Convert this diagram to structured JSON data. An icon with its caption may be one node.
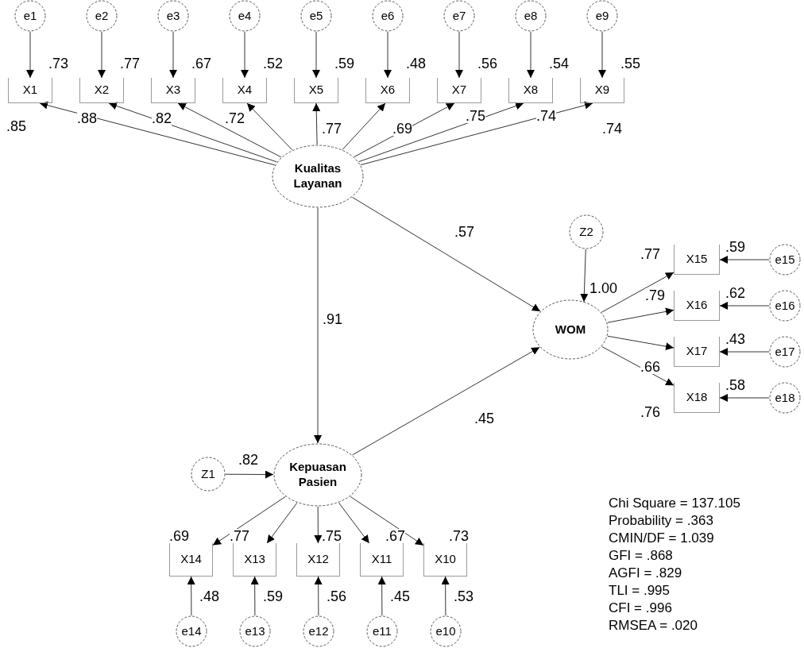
{
  "diagram": {
    "nodes": [
      {
        "text": [
          "e1"
        ]
      },
      {
        "text": [
          "e2"
        ]
      },
      {
        "text": [
          "e3"
        ]
      },
      {
        "text": [
          "e4"
        ]
      },
      {
        "text": [
          "e5"
        ]
      },
      {
        "text": [
          "e6"
        ]
      },
      {
        "text": [
          "e7"
        ]
      },
      {
        "text": [
          "e8"
        ]
      },
      {
        "text": [
          "e9"
        ]
      },
      {
        "text": [
          "X1"
        ],
        "beside": [
          ".73"
        ]
      },
      {
        "text": [
          "X2"
        ],
        "beside": [
          ".77"
        ]
      },
      {
        "text": [
          "X3"
        ],
        "beside": [
          ".67"
        ]
      },
      {
        "text": [
          "X4"
        ],
        "beside": [
          ".52"
        ]
      },
      {
        "text": [
          "X5"
        ],
        "beside": [
          ".59"
        ]
      },
      {
        "text": [
          "X6"
        ],
        "beside": [
          ".48"
        ]
      },
      {
        "text": [
          "X7"
        ],
        "beside": [
          ".56"
        ]
      },
      {
        "text": [
          "X8"
        ],
        "beside": [
          ".54"
        ]
      },
      {
        "text": [
          "X9"
        ],
        "beside": [
          ".55"
        ]
      },
      {
        "text": [
          "Kualitas Layanan"
        ]
      },
      {
        "text": [
          "Z2"
        ]
      },
      {
        "text": [
          "WOM"
        ],
        "beside": [
          "1.00"
        ]
      },
      {
        "text": [
          "X15"
        ],
        "beside": [
          ".59"
        ]
      },
      {
        "text": [
          "X16"
        ],
        "beside": [
          ".62"
        ]
      },
      {
        "text": [
          "X17"
        ],
        "beside": [
          ".43"
        ]
      },
      {
        "text": [
          "X18"
        ],
        "beside": [
          ".58"
        ]
      },
      {
        "text": [
          "e15"
        ]
      },
      {
        "text": [
          "e16"
        ]
      },
      {
        "text": [
          "e17"
        ]
      },
      {
        "text": [
          "e18"
        ]
      },
      {
        "text": [
          "Z1"
        ]
      },
      {
        "text": [
          "Kepuasan Pasien"
        ],
        "beside": [
          ".82"
        ]
      },
      {
        "text": [
          "X14"
        ],
        "beside": [
          ".48"
        ]
      },
      {
        "text": [
          "X13"
        ],
        "beside": [
          ".59"
        ]
      },
      {
        "text": [
          "X12"
        ],
        "beside": [
          ".56"
        ]
      },
      {
        "text": [
          "X11"
        ],
        "beside": [
          ".45"
        ]
      },
      {
        "text": [
          "X10"
        ],
        "beside": [
          ".53"
        ]
      },
      {
        "text": [
          "e14"
        ]
      },
      {
        "text": [
          "e13"
        ]
      },
      {
        "text": [
          "e12"
        ]
      },
      {
        "text": [
          "e11"
        ]
      },
      {
        "text": [
          "e10"
        ]
      }
    ],
    "edges": [
      {
        "from": 0,
        "to": 9,
        "arrow": "to"
      },
      {
        "from": 1,
        "to": 10,
        "arrow": "to"
      },
      {
        "from": 2,
        "to": 11,
        "arrow": "to"
      },
      {
        "from": 3,
        "to": 12,
        "arrow": "to"
      },
      {
        "from": 4,
        "to": 13,
        "arrow": "to"
      },
      {
        "from": 5,
        "to": 14,
        "arrow": "to"
      },
      {
        "from": 6,
        "to": 15,
        "arrow": "to"
      },
      {
        "from": 7,
        "to": 16,
        "arrow": "to"
      },
      {
        "from": 8,
        "to": 17,
        "arrow": "to"
      },
      {
        "from": 18,
        "to": 9,
        "arrow": "to",
        "label": ".85"
      },
      {
        "from": 18,
        "to": 10,
        "arrow": "to",
        "label": ".88"
      },
      {
        "from": 18,
        "to": 11,
        "arrow": "to",
        "label": ".82"
      },
      {
        "from": 18,
        "to": 12,
        "arrow": "to",
        "label": ".72"
      },
      {
        "from": 18,
        "to": 13,
        "arrow": "to",
        "label": ".77"
      },
      {
        "from": 18,
        "to": 14,
        "arrow": "to",
        "label": ".69"
      },
      {
        "from": 18,
        "to": 15,
        "arrow": "to",
        "label": ".75"
      },
      {
        "from": 18,
        "to": 16,
        "arrow": "to",
        "label": ".74"
      },
      {
        "from": 18,
        "to": 17,
        "arrow": "to",
        "label": ".74"
      },
      {
        "from": 18,
        "to": 20,
        "arrow": "to",
        "label": ".57"
      },
      {
        "from": 18,
        "to": 30,
        "arrow": "to",
        "label": ".91"
      },
      {
        "from": 30,
        "to": 20,
        "arrow": "to",
        "label": ".45"
      },
      {
        "from": 19,
        "to": 20,
        "arrow": "to"
      },
      {
        "from": 20,
        "to": 21,
        "arrow": "to",
        "label": ".77"
      },
      {
        "from": 20,
        "to": 22,
        "arrow": "to",
        "label": ".79"
      },
      {
        "from": 20,
        "to": 23,
        "arrow": "to",
        "label": ".66"
      },
      {
        "from": 20,
        "to": 24,
        "arrow": "to",
        "label": ".76"
      },
      {
        "from": 25,
        "to": 21,
        "arrow": "to"
      },
      {
        "from": 26,
        "to": 22,
        "arrow": "to"
      },
      {
        "from": 27,
        "to": 23,
        "arrow": "to"
      },
      {
        "from": 28,
        "to": 24,
        "arrow": "to"
      },
      {
        "from": 29,
        "to": 30,
        "arrow": "to"
      },
      {
        "from": 30,
        "to": 31,
        "arrow": "to",
        "label": ".69"
      },
      {
        "from": 30,
        "to": 32,
        "arrow": "to",
        "label": ".77"
      },
      {
        "from": 30,
        "to": 33,
        "arrow": "to",
        "label": ".75"
      },
      {
        "from": 30,
        "to": 34,
        "arrow": "to",
        "label": ".67"
      },
      {
        "from": 30,
        "to": 35,
        "arrow": "to",
        "label": ".73"
      },
      {
        "from": 36,
        "to": 31,
        "arrow": "to"
      },
      {
        "from": 37,
        "to": 32,
        "arrow": "to"
      },
      {
        "from": 38,
        "to": 33,
        "arrow": "to"
      },
      {
        "from": 39,
        "to": 34,
        "arrow": "to"
      },
      {
        "from": 40,
        "to": 35,
        "arrow": "to"
      }
    ],
    "labels": [
      "Chi Square = 137.105",
      "Probability = .363",
      "CMIN/DF = 1.039",
      "GFI = .868",
      "AGFI = .829",
      "TLI = .995",
      "CFI = .996",
      "RMSEA = .020"
    ]
  }
}
